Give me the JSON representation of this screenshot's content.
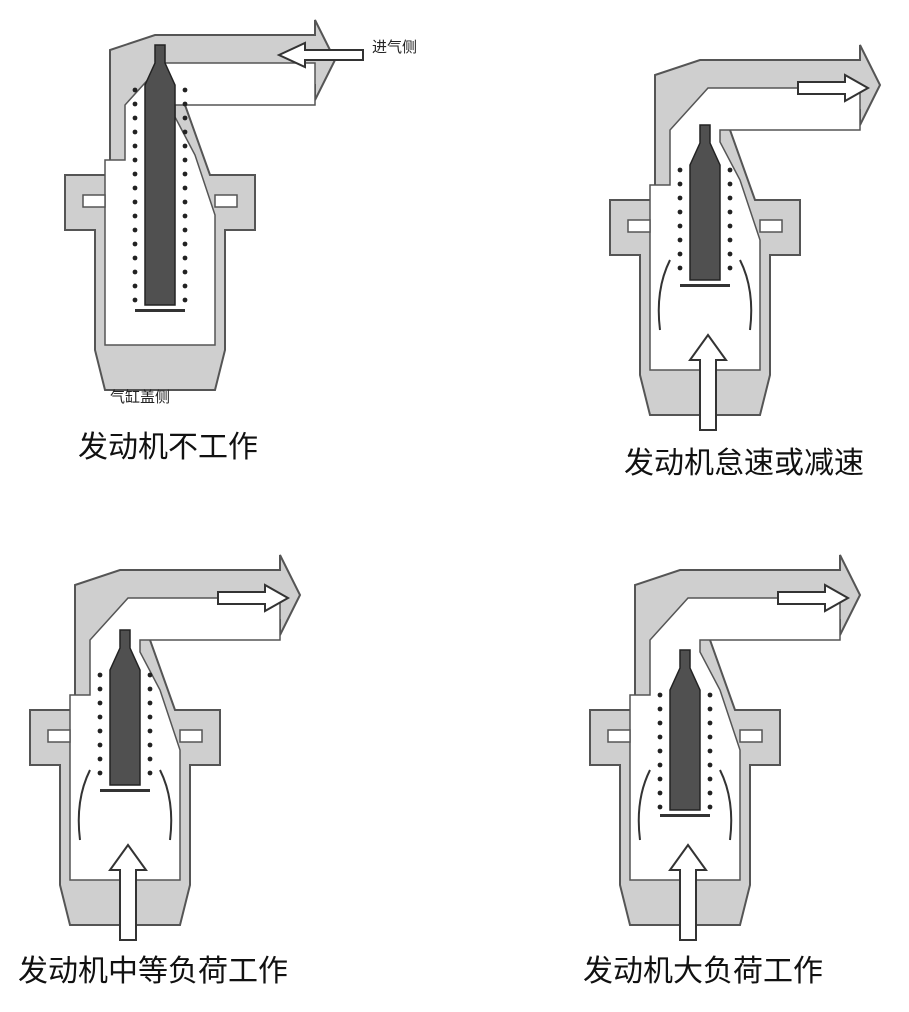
{
  "colors": {
    "housing": "#cfcfcf",
    "housing_stroke": "#555555",
    "chamber": "#ffffff",
    "plunger": "#505050",
    "spring_dot": "#222222",
    "text": "#111111"
  },
  "panels": [
    {
      "state": "off",
      "caption": "发动机不工作",
      "labels": {
        "inlet": "进气侧",
        "head": "气缸盖侧"
      }
    },
    {
      "state": "idle",
      "caption": "发动机怠速或减速"
    },
    {
      "state": "medium",
      "caption": "发动机中等负荷工作"
    },
    {
      "state": "heavy",
      "caption": "发动机大负荷工作"
    }
  ]
}
